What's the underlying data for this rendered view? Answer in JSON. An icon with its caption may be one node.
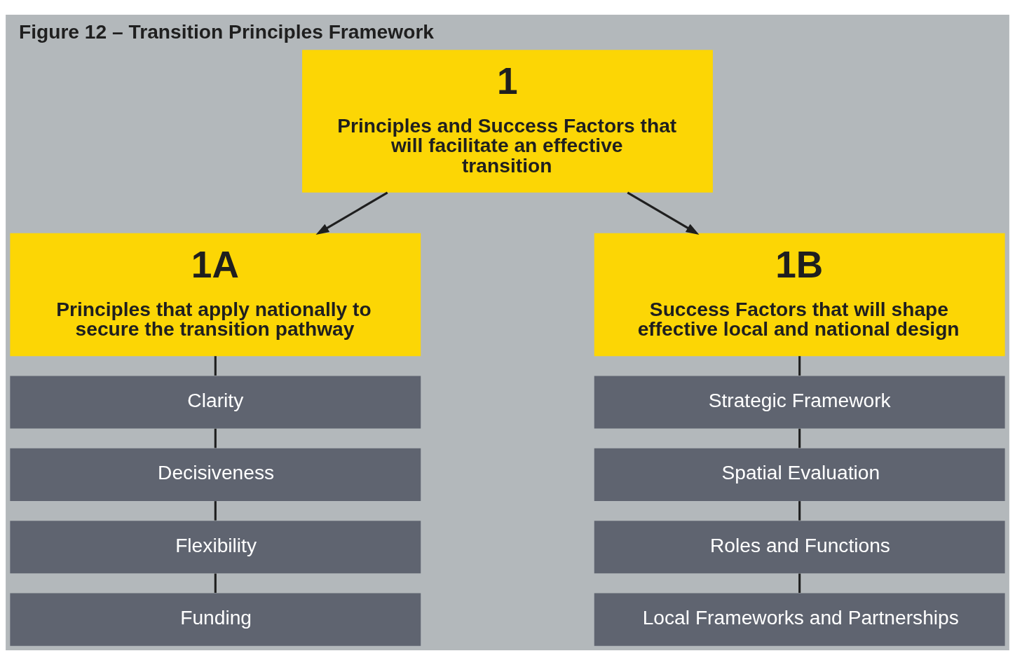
{
  "diagram": {
    "title": "Figure 12 – Transition Principles Framework",
    "nodes": [
      {
        "text": [
          "1",
          "Principles and Success Factors that will facilitate an effective transition"
        ]
      },
      {
        "text": [
          "1A",
          "Principles that apply nationally to secure the transition pathway"
        ]
      },
      {
        "text": [
          "1B",
          "Success Factors that will shape effective local and national design"
        ]
      },
      {
        "text": [
          "Clarity"
        ]
      },
      {
        "text": [
          "Decisiveness"
        ]
      },
      {
        "text": [
          "Flexibility"
        ]
      },
      {
        "text": [
          "Funding"
        ]
      },
      {
        "text": [
          "Strategic Framework"
        ]
      },
      {
        "text": [
          "Spatial Evaluation"
        ]
      },
      {
        "text": [
          "Roles and Functions"
        ]
      },
      {
        "text": [
          "Local Frameworks and Partnerships"
        ]
      }
    ],
    "edges": [
      {
        "from": 0,
        "to": 1,
        "arrow": "to"
      },
      {
        "from": 0,
        "to": 2,
        "arrow": "to"
      },
      {
        "from": 1,
        "to": 3,
        "arrow": "none"
      },
      {
        "from": 3,
        "to": 4,
        "arrow": "none"
      },
      {
        "from": 4,
        "to": 5,
        "arrow": "none"
      },
      {
        "from": 5,
        "to": 6,
        "arrow": "none"
      },
      {
        "from": 2,
        "to": 7,
        "arrow": "none"
      },
      {
        "from": 7,
        "to": 8,
        "arrow": "none"
      },
      {
        "from": 8,
        "to": 9,
        "arrow": "none"
      },
      {
        "from": 9,
        "to": 10,
        "arrow": "none"
      }
    ]
  }
}
